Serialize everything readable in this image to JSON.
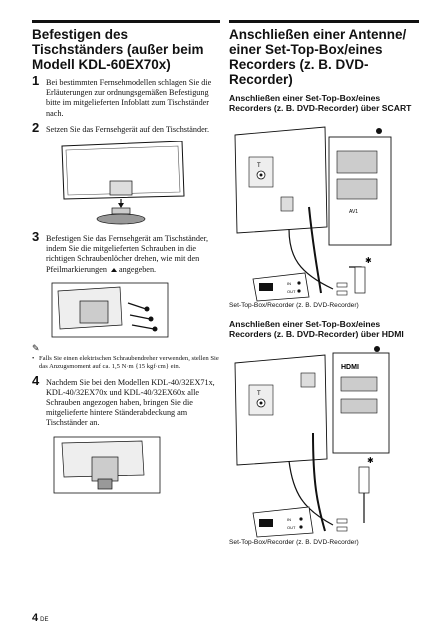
{
  "left": {
    "title": "Befestigen des Tischständers (außer beim Modell KDL-60EX70x)",
    "step1_num": "1",
    "step1": "Bei bestimmten Fernsehmodellen schlagen Sie die Erläuterungen zur ordnungsgemäßen Befestigung bitte im mitgelieferten Infoblatt zum Tischständer nach.",
    "step2_num": "2",
    "step2": "Setzen Sie das Fernsehgerät auf den Tischständer.",
    "step3_num": "3",
    "step3": "Befestigen Sie das Fernsehgerät am Tischständer, indem Sie die mitgelieferten Schrauben in die richtigen Schraubenlöcher drehen, wie mit den Pfeilmarkierungen",
    "step3_end": "angegeben.",
    "note": "Falls Sie einen elektrischen Schraubendreher verwenden, stellen Sie das Anzugsmoment auf ca. 1,5 N·m {15 kgf·cm} ein.",
    "step4_num": "4",
    "step4": "Nachdem Sie bei den Modellen KDL-40/32EX71x, KDL-40/32EX70x und KDL-40/32EX60x alle Schrauben angezogen haben, bringen Sie die mitgelieferte hintere Ständerabdeckung am Tischständer an."
  },
  "right": {
    "title": "Anschließen einer Antenne/ einer Set-Top-Box/eines Recorders (z. B. DVD-Recorder)",
    "sub1": "Anschließen einer Set-Top-Box/eines Recorders (z. B. DVD-Recorder) über SCART",
    "caption1": "Set-Top-Box/Recorder (z. B. DVD-Recorder)",
    "sub2": "Anschließen einer Set-Top-Box/eines Recorders (z. B. DVD-Recorder) über HDMI",
    "caption2": "Set-Top-Box/Recorder (z. B. DVD-Recorder)",
    "hdmi_logo": "HDMI",
    "label_in": "IN",
    "label_out": "OUT",
    "label_t": "T",
    "label_av": "AV1"
  },
  "footer": {
    "page": "4",
    "lang": "DE"
  }
}
